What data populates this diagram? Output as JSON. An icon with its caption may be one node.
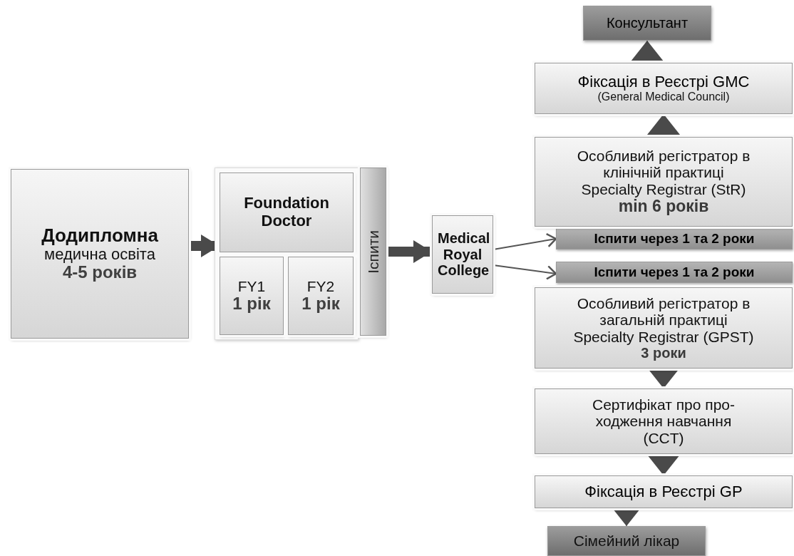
{
  "diagram": {
    "nodes": [
      {
        "text": [
          "Додипломна",
          "медична освіта",
          "4-5 років"
        ]
      },
      {
        "text": [
          "Foundation Doctor"
        ]
      },
      {
        "text": [
          "FY1",
          "1 рік"
        ]
      },
      {
        "text": [
          "FY2",
          "1 рік"
        ]
      },
      {
        "text": [
          "Іспити"
        ]
      },
      {
        "text": [
          "Medical Royal College"
        ]
      },
      {
        "text": [
          "Іспити через 1 та 2 роки"
        ]
      },
      {
        "text": [
          "Іспити через 1 та 2 роки"
        ]
      },
      {
        "text": [
          "Особливий регістратор в клінічній практиці",
          "Specialty Registrar (StR)",
          "min 6 років"
        ]
      },
      {
        "text": [
          "Фіксація в Реєстрі GMC",
          "(General Medical Council)"
        ]
      },
      {
        "text": [
          "Консультант"
        ]
      },
      {
        "text": [
          "Особливий регістратор в загальній практиці",
          "Specialty Registrar (GPST)",
          "3 роки"
        ]
      },
      {
        "text": [
          "Сертифікат про про- ходження навчання (CCT)"
        ]
      },
      {
        "text": [
          "Фіксація в Реєстрі GP"
        ]
      },
      {
        "text": [
          "Сімейний лікар"
        ]
      }
    ],
    "edges": [
      {
        "from": 0,
        "to": 1,
        "arrow": "to",
        "style": "thick"
      },
      {
        "from": 4,
        "to": 5,
        "arrow": "to",
        "style": "thick"
      },
      {
        "from": 5,
        "to": 6,
        "arrow": "to"
      },
      {
        "from": 5,
        "to": 7,
        "arrow": "to"
      },
      {
        "from": 8,
        "to": 9,
        "arrow": "to"
      },
      {
        "from": 9,
        "to": 10,
        "arrow": "to"
      },
      {
        "from": 11,
        "to": 12,
        "arrow": "to"
      },
      {
        "from": 12,
        "to": 13,
        "arrow": "to"
      },
      {
        "from": 13,
        "to": 14,
        "arrow": "to"
      }
    ]
  }
}
